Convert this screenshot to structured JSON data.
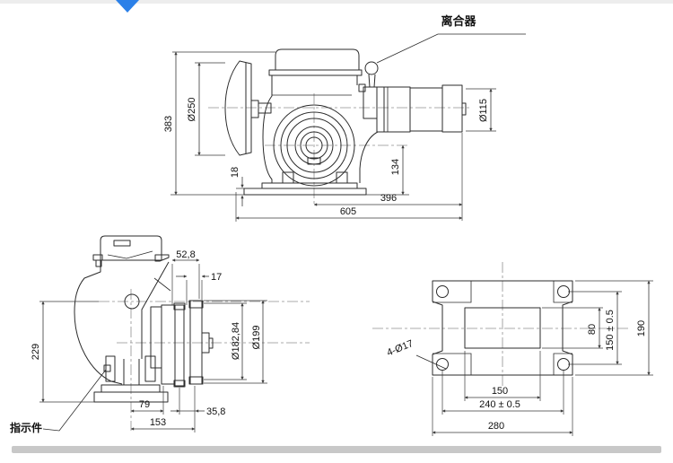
{
  "page": {
    "accent_color": "#2b80e8",
    "divider_color": "#c8c8c8",
    "line_color": "#2b2b2b"
  },
  "top_view": {
    "labels": {
      "clutch": "离合器"
    },
    "dims": {
      "height_overall": "383",
      "handwheel_dia": "Ø250",
      "base_thickness": "18",
      "center_height": "134",
      "length_center_to_motor": "396",
      "length_overall": "605",
      "motor_dia": "Ø115"
    }
  },
  "side_view": {
    "labels": {
      "indicator": "指示件"
    },
    "dims": {
      "flange_offset": "52,8",
      "spigot_depth": "17",
      "center_to_base": "229",
      "bolt_circle_dia": "Ø182,84",
      "flange_dia": "Ø199",
      "center_to_face": "79",
      "hub_width": "35,8",
      "center_to_flange_end": "153"
    }
  },
  "base_view": {
    "dims": {
      "holes": "4-Ø17",
      "slot_height": "80",
      "hole_pitch_vertical": "150 ± 0.5",
      "plate_height": "190",
      "slot_width": "150",
      "hole_pitch_horizontal": "240 ± 0.5",
      "plate_width": "280"
    }
  }
}
